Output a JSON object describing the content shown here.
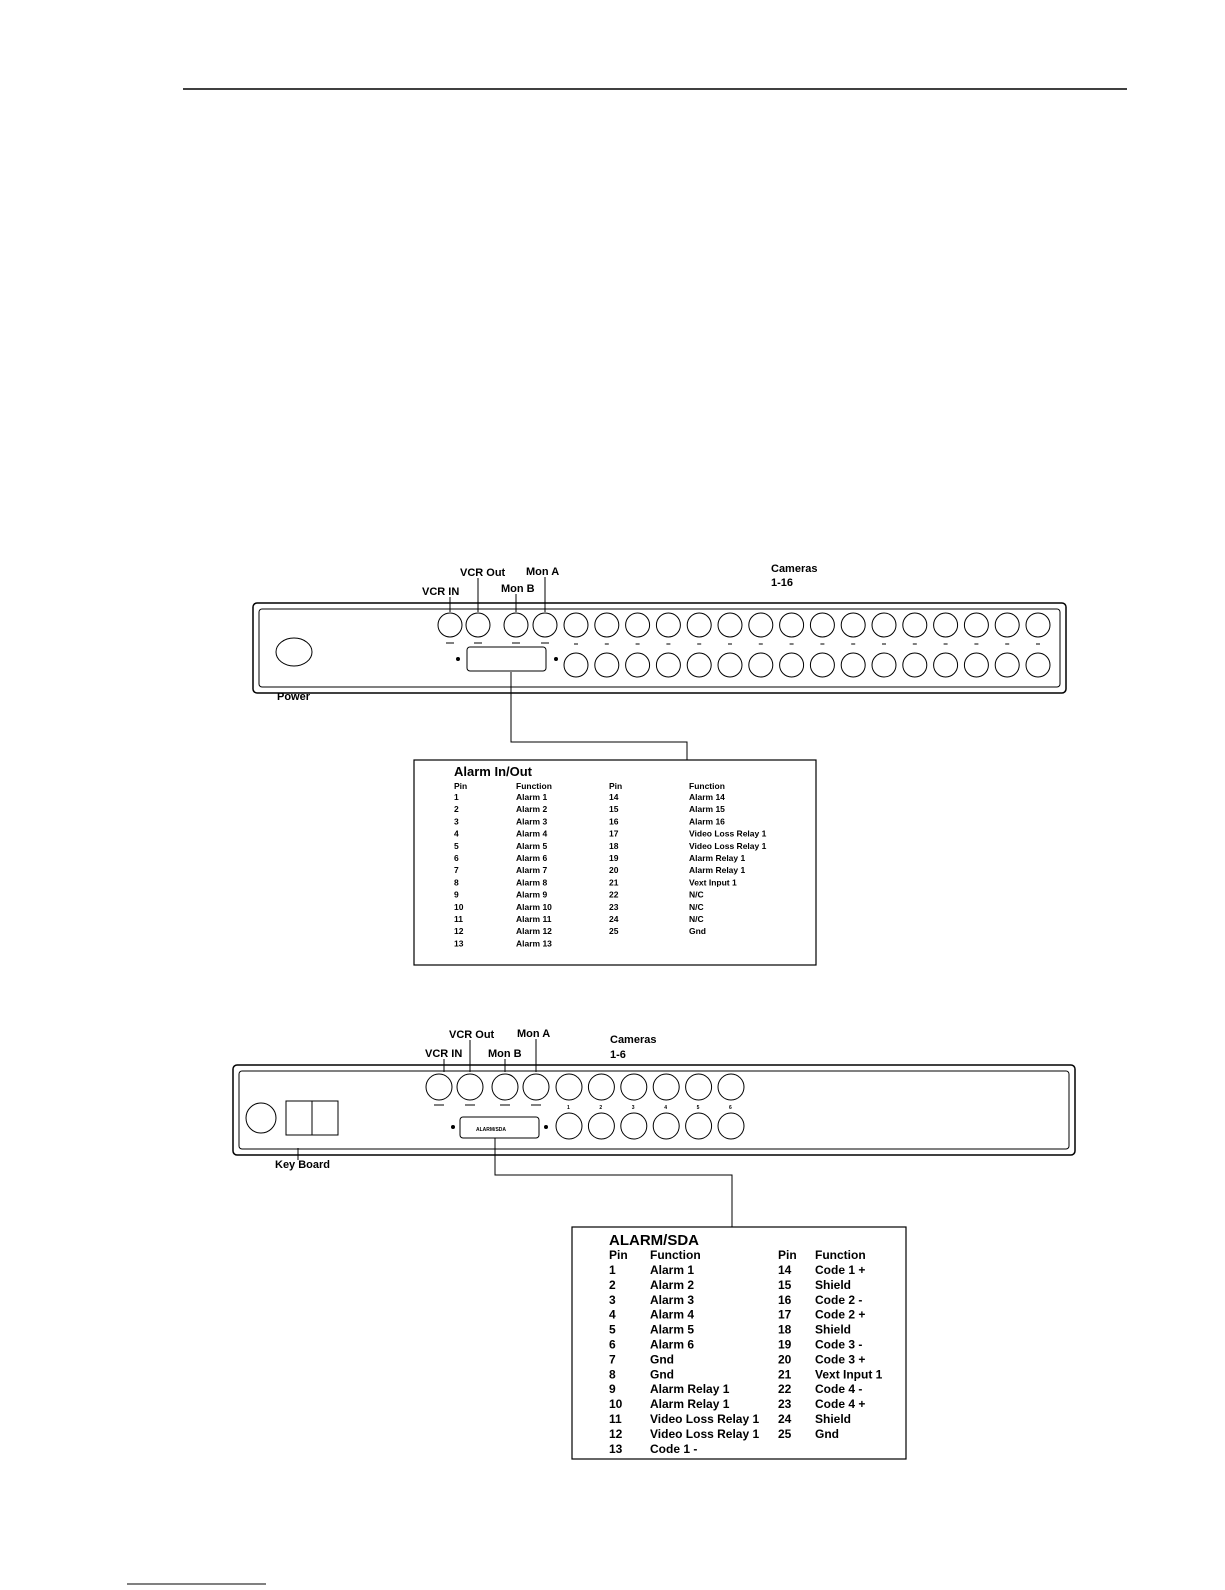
{
  "unit1": {
    "labels": {
      "vcr_in": "VCR IN",
      "vcr_out": "VCR Out",
      "mon_b": "Mon B",
      "mon_a": "Mon A",
      "cameras": "Cameras",
      "cameras_range": "1-16",
      "power": "Power"
    },
    "table": {
      "title": "Alarm In/Out",
      "headers": [
        "Pin",
        "Function",
        "Pin",
        "Function"
      ],
      "left": [
        [
          "1",
          "Alarm 1"
        ],
        [
          "2",
          "Alarm 2"
        ],
        [
          "3",
          "Alarm 3"
        ],
        [
          "4",
          "Alarm 4"
        ],
        [
          "5",
          "Alarm 5"
        ],
        [
          "6",
          "Alarm 6"
        ],
        [
          "7",
          "Alarm 7"
        ],
        [
          "8",
          "Alarm 8"
        ],
        [
          "9",
          "Alarm 9"
        ],
        [
          "10",
          "Alarm 10"
        ],
        [
          "11",
          "Alarm 11"
        ],
        [
          "12",
          "Alarm 12"
        ],
        [
          "13",
          "Alarm 13"
        ]
      ],
      "right": [
        [
          "14",
          "Alarm 14"
        ],
        [
          "15",
          "Alarm 15"
        ],
        [
          "16",
          "Alarm 16"
        ],
        [
          "17",
          "Video Loss Relay 1"
        ],
        [
          "18",
          "Video Loss Relay 1"
        ],
        [
          "19",
          "Alarm Relay 1"
        ],
        [
          "20",
          "Alarm Relay 1"
        ],
        [
          "21",
          "Vext Input 1"
        ],
        [
          "22",
          "N/C"
        ],
        [
          "23",
          "N/C"
        ],
        [
          "24",
          "N/C"
        ],
        [
          "25",
          "Gnd"
        ]
      ]
    }
  },
  "unit2": {
    "labels": {
      "vcr_in": "VCR IN",
      "vcr_out": "VCR Out",
      "mon_b": "Mon B",
      "mon_a": "Mon A",
      "cameras": "Cameras",
      "cameras_range": "1-6",
      "keyboard": "Key Board",
      "connector": "ALARM/SDA"
    },
    "camera_numbers": [
      "1",
      "2",
      "3",
      "4",
      "5",
      "6"
    ],
    "table": {
      "title": "ALARM/SDA",
      "headers": [
        "Pin",
        "Function",
        "Pin",
        "Function"
      ],
      "left": [
        [
          "1",
          "Alarm 1"
        ],
        [
          "2",
          "Alarm 2"
        ],
        [
          "3",
          "Alarm 3"
        ],
        [
          "4",
          "Alarm 4"
        ],
        [
          "5",
          "Alarm 5"
        ],
        [
          "6",
          "Alarm 6"
        ],
        [
          "7",
          "Gnd"
        ],
        [
          "8",
          "Gnd"
        ],
        [
          "9",
          "Alarm Relay 1"
        ],
        [
          "10",
          "Alarm Relay 1"
        ],
        [
          "11",
          "Video Loss Relay 1"
        ],
        [
          "12",
          "Video Loss Relay 1"
        ],
        [
          "13",
          "Code 1 -"
        ]
      ],
      "right": [
        [
          "14",
          "Code 1 +"
        ],
        [
          "15",
          "Shield"
        ],
        [
          "16",
          "Code 2 -"
        ],
        [
          "17",
          "Code 2 +"
        ],
        [
          "18",
          "Shield"
        ],
        [
          "19",
          "Code 3 -"
        ],
        [
          "20",
          "Code 3 +"
        ],
        [
          "21",
          "Vext Input 1"
        ],
        [
          "22",
          "Code 4 -"
        ],
        [
          "23",
          "Code 4 +"
        ],
        [
          "24",
          "Shield"
        ],
        [
          "25",
          "Gnd"
        ]
      ]
    }
  }
}
